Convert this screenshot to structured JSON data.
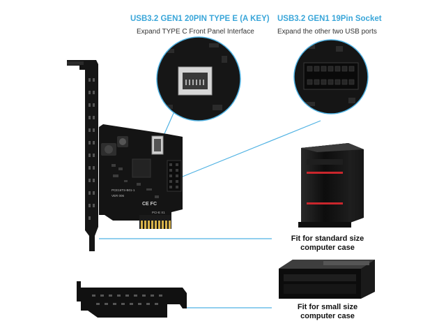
{
  "callouts": {
    "left": {
      "title": "USB3.2 GEN1 20PIN TYPE E (A KEY)",
      "subtitle": "Expand TYPE C Front Panel Interface"
    },
    "right": {
      "title": "USB3.2 GEN1 19Pin Socket",
      "subtitle": "Expand the other two USB ports"
    }
  },
  "captions": {
    "standard_case": [
      "Fit for standard size",
      "computer case"
    ],
    "small_case": [
      "Fit for small size",
      "computer case"
    ]
  },
  "pcb_marks": {
    "model": "PCE16TS-B01-1",
    "version": "VER 006",
    "slot": "PCI-E X1",
    "cert": "CE FC"
  },
  "colors": {
    "accent": "#3aa6d9",
    "card": "#111111",
    "case_red": "#c9262c"
  }
}
